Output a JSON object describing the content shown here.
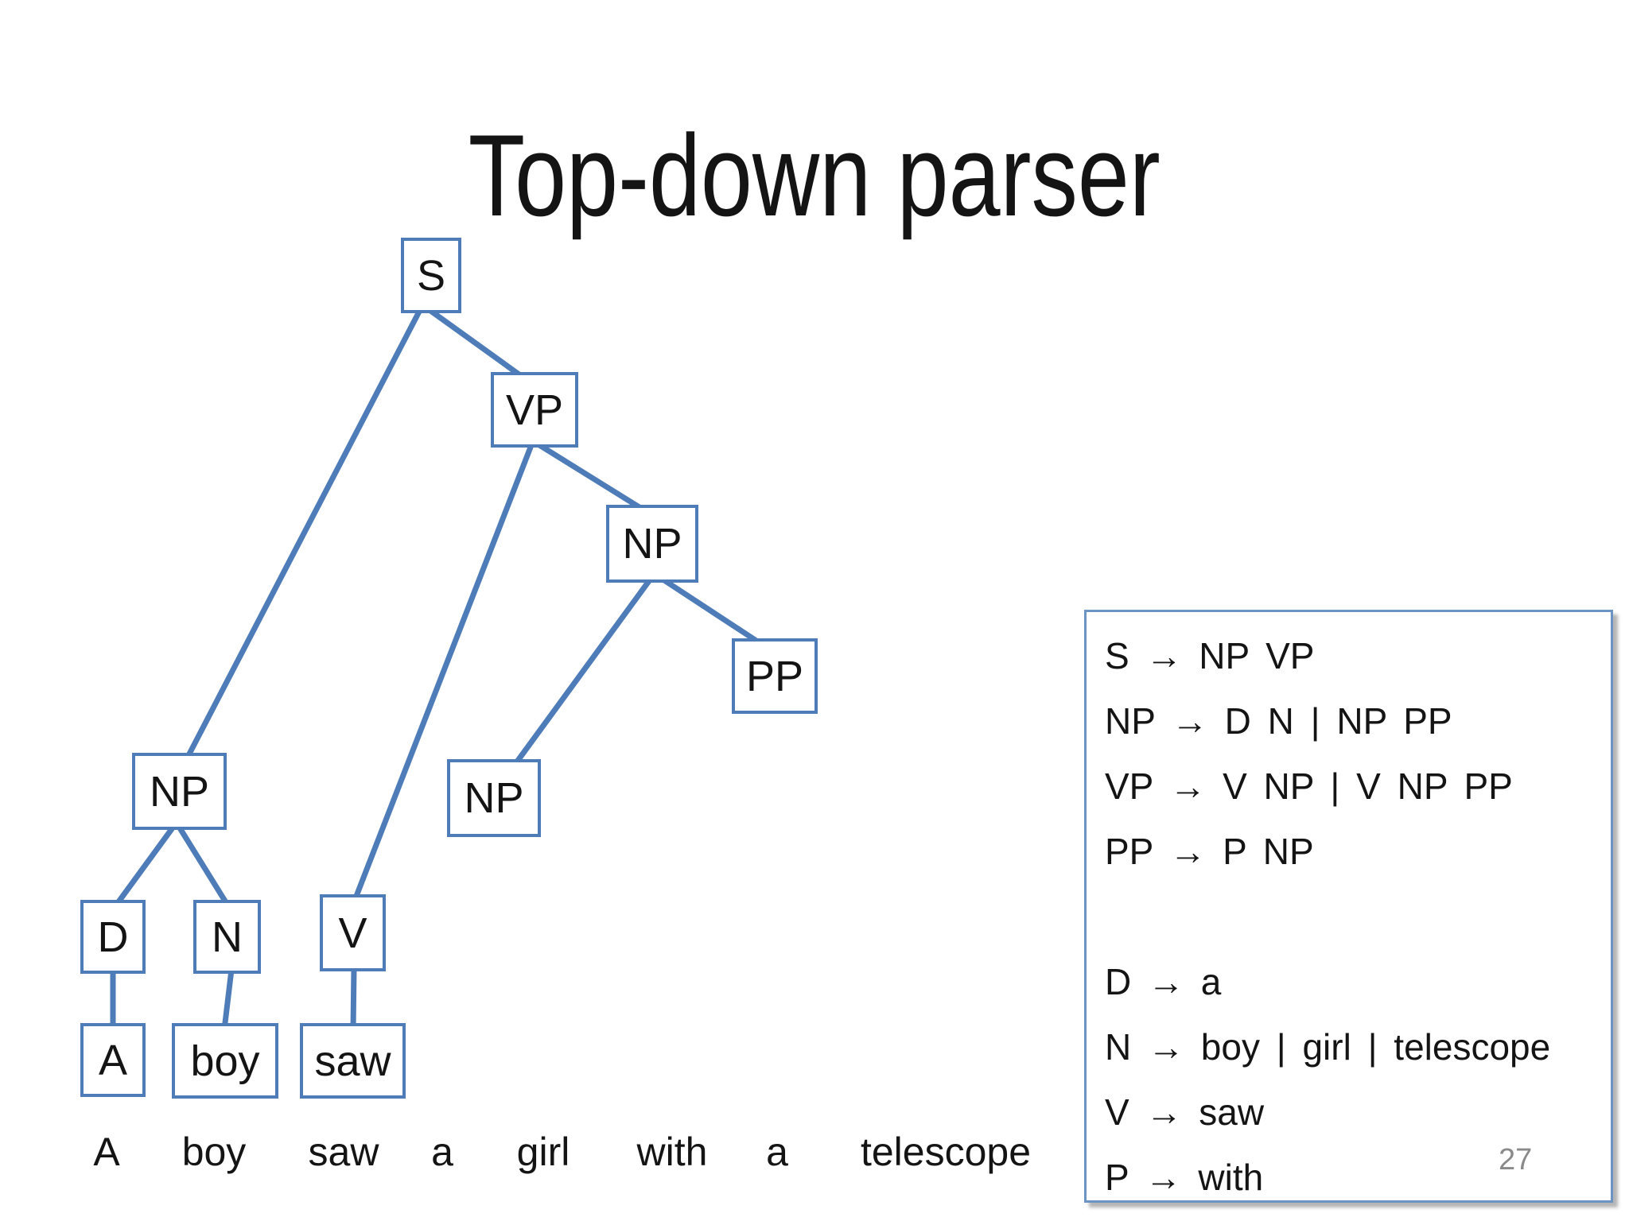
{
  "slide": {
    "title": "Top-down parser",
    "page_number": "27"
  },
  "tree": {
    "nodes": [
      {
        "label": "S"
      },
      {
        "label": "VP"
      },
      {
        "label": "NP"
      },
      {
        "label": "PP"
      },
      {
        "label": "NP"
      },
      {
        "label": "NP"
      },
      {
        "label": "D"
      },
      {
        "label": "N"
      },
      {
        "label": "V"
      },
      {
        "label": "A"
      },
      {
        "label": "boy"
      },
      {
        "label": "saw"
      }
    ]
  },
  "sentence": {
    "words": [
      "A",
      "boy",
      "saw",
      "a",
      "girl",
      "with",
      "a",
      "telescope"
    ]
  },
  "grammar": {
    "rules": [
      "S → NP VP",
      "NP → D N | NP PP",
      "VP → V NP | V NP PP",
      "PP → P NP",
      "",
      "D → a",
      "N → boy | girl | telescope",
      "V → saw",
      "P → with"
    ]
  },
  "colors": {
    "tree_blue": "#4e7cb8",
    "grammar_border": "#6b94c4",
    "page_gray": "#8a8a8a",
    "text_black": "#141414"
  }
}
